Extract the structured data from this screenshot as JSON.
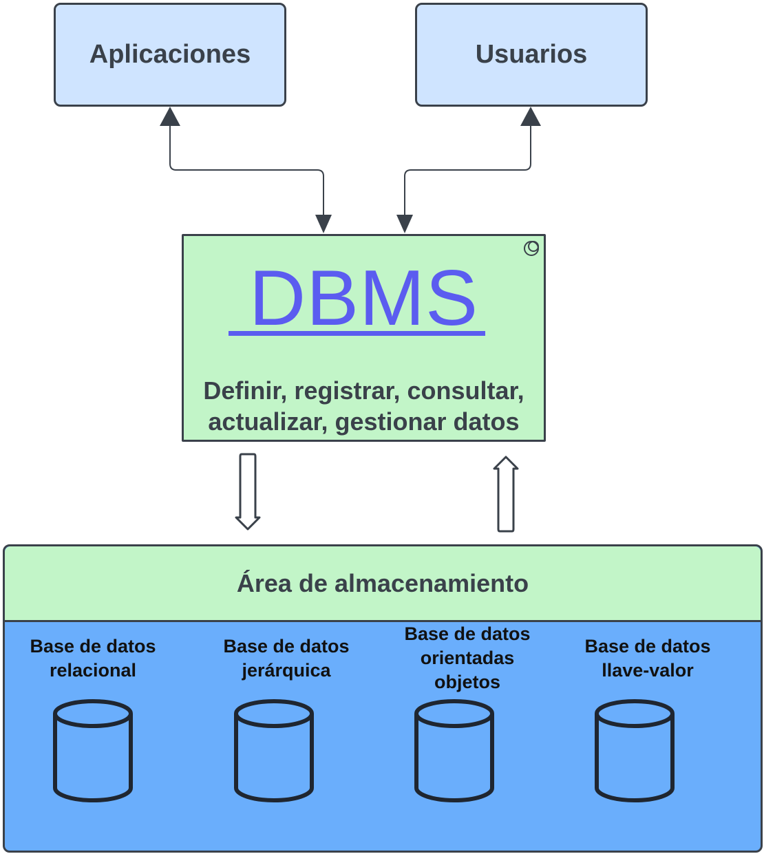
{
  "top_boxes": {
    "apps": "Aplicaciones",
    "users": "Usuarios"
  },
  "dbms": {
    "title": "DBMS",
    "description_line1": "Definir, registrar, consultar,",
    "description_line2": "actualizar, gestionar datos"
  },
  "storage": {
    "title": "Área de almacenamiento",
    "databases": [
      "Base de datos\nrelacional",
      "Base de datos\njerárquica",
      "Base de datos\norientadas\nobjetos",
      "Base de datos\nllave-valor"
    ]
  },
  "colors": {
    "top_box_fill": "#cfe4ff",
    "dbms_fill": "#c2f5c8",
    "storage_fill": "#6aaefc",
    "dbms_title": "#5b5cf0",
    "stroke": "#3a414a"
  }
}
